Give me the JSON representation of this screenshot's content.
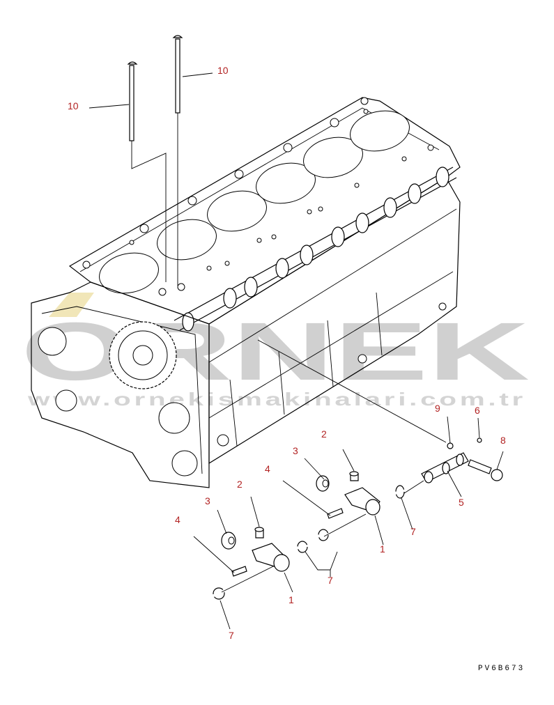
{
  "watermark": {
    "brand": "ORNEK",
    "url": "www.ornekismakinalari.com.tr"
  },
  "drawing_code": "PV6B673",
  "callouts": [
    {
      "id": "c10a",
      "label": "10"
    },
    {
      "id": "c10b",
      "label": "10"
    },
    {
      "id": "c9",
      "label": "9"
    },
    {
      "id": "c6",
      "label": "6"
    },
    {
      "id": "c8",
      "label": "8"
    },
    {
      "id": "c5",
      "label": "5"
    },
    {
      "id": "c7a",
      "label": "7"
    },
    {
      "id": "c2a",
      "label": "2"
    },
    {
      "id": "c3a",
      "label": "3"
    },
    {
      "id": "c4a",
      "label": "4"
    },
    {
      "id": "c1a",
      "label": "1"
    },
    {
      "id": "c7b",
      "label": "7"
    },
    {
      "id": "c2b",
      "label": "2"
    },
    {
      "id": "c3b",
      "label": "3"
    },
    {
      "id": "c4b",
      "label": "4"
    },
    {
      "id": "c1b",
      "label": "1"
    },
    {
      "id": "c7c",
      "label": "7"
    }
  ]
}
